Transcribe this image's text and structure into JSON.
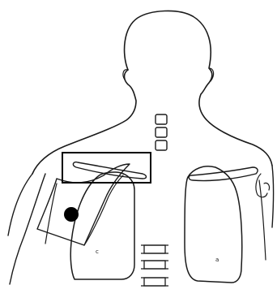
{
  "figure": {
    "left_lung_marker": "c",
    "right_lung_marker": "a"
  },
  "colors": {
    "background": "#ffffff",
    "ink": "#1a1a1a",
    "lesion": "#000000",
    "highlight_box": "#000000"
  },
  "icons": {
    "lesion": "filled-circle",
    "vertebra": "rounded-rect"
  }
}
